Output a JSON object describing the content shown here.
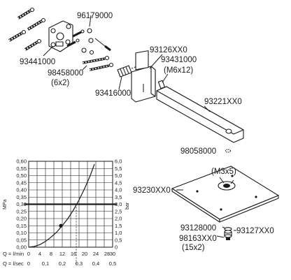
{
  "parts": {
    "label_96179000": "96179000",
    "label_93441000": "93441000",
    "label_98458000": "98458000",
    "label_98458000_qty": "(6x2)",
    "label_93416000": "93416000",
    "label_93126xx0": "93126XX0",
    "label_93431000": "93431000",
    "label_m6x12": "(M6x12)",
    "label_93221xx0": "93221XX0",
    "label_98058000": "98058000",
    "label_m3x5": "(M3x5)",
    "label_93230xx0": "93230XX0",
    "label_93128000": "93128000",
    "label_93127xx0": "93127XX0",
    "label_98163xx0": "98163XX0",
    "label_98163xx0_qty": "(15x2)"
  },
  "chart_data": {
    "type": "line",
    "title": "",
    "ylabel_left": "MPa",
    "ylabel_right": "bar",
    "y_left_ticks": [
      "0,60",
      "0,55",
      "0,50",
      "0,45",
      "0,40",
      "0,35",
      "0,30",
      "0,25",
      "0,20",
      "0,15",
      "0,10",
      "0,05",
      "0,00"
    ],
    "y_right_ticks": [
      "6,0",
      "5,5",
      "5,0",
      "4,5",
      "4,0",
      "3,5",
      "3,0",
      "2,5",
      "2,0",
      "1,5",
      "1,0",
      "0,5",
      "0"
    ],
    "x_lmin_label": "Q = l/min",
    "x_lmin_ticks": [
      "0",
      "4",
      "8",
      "12",
      "16",
      "20",
      "24",
      "28",
      "30"
    ],
    "x_lsec_label": "Q = l/sec",
    "x_lsec_ticks": [
      "0",
      "0,1",
      "0,2",
      "0,3",
      "0,4",
      "0,5"
    ],
    "xlim_lmin": [
      0,
      30
    ],
    "ylim_mpa": [
      0,
      0.6
    ],
    "series": [
      {
        "x": [
          0,
          2,
          4,
          6,
          8,
          10,
          12,
          14,
          16,
          18,
          20,
          22,
          23.5
        ],
        "y": [
          0,
          0.005,
          0.018,
          0.04,
          0.07,
          0.105,
          0.15,
          0.2,
          0.26,
          0.33,
          0.41,
          0.5,
          0.58
        ]
      }
    ],
    "marked_point": {
      "x": 11.5,
      "y": 0.15
    },
    "reference_line_y": 0.3,
    "dashed_x": 17
  },
  "colors": {
    "ink": "#1a1a1a",
    "paper": "#ffffff"
  }
}
